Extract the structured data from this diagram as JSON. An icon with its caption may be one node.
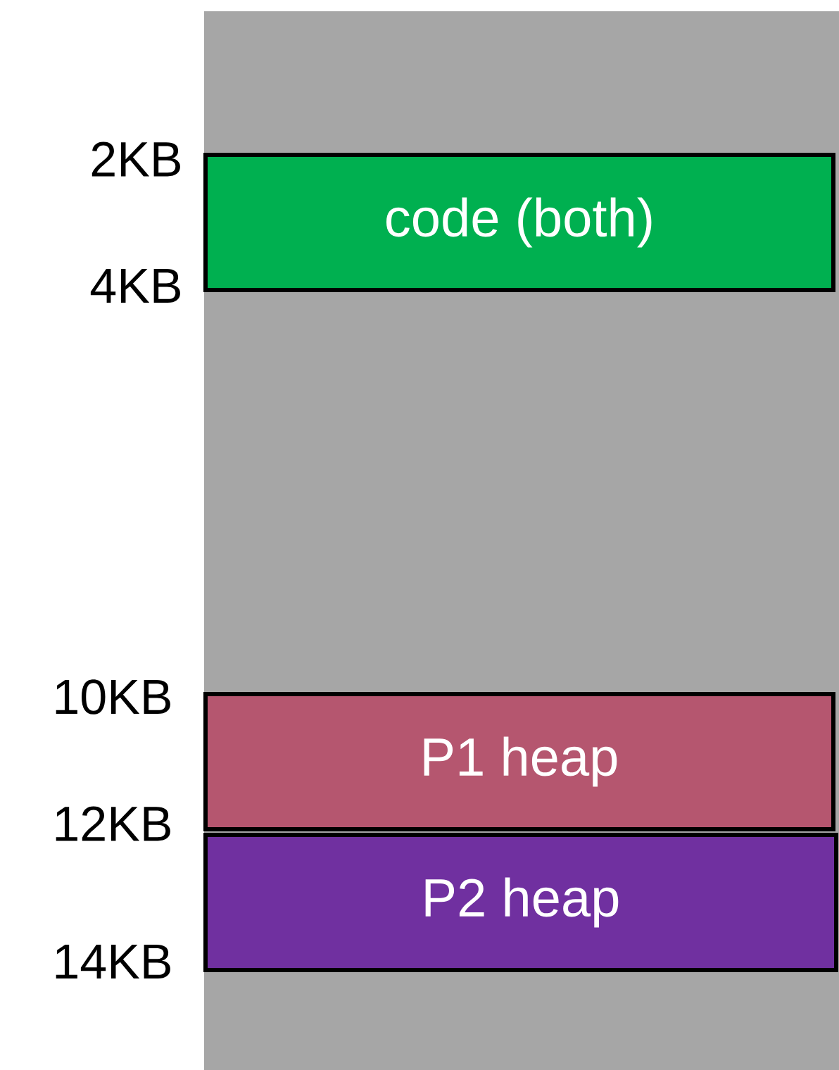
{
  "diagram": {
    "nodes": [
      {
        "text": [],
        "shape": "bar"
      },
      {
        "text": [
          "code (both)"
        ],
        "in": 0
      },
      {
        "text": [
          "P1 heap"
        ],
        "in": 0
      },
      {
        "text": [
          "P2 heap"
        ],
        "in": 0
      }
    ],
    "labels": [
      "2KB",
      "4KB",
      "10KB",
      "12KB",
      "14KB"
    ]
  }
}
